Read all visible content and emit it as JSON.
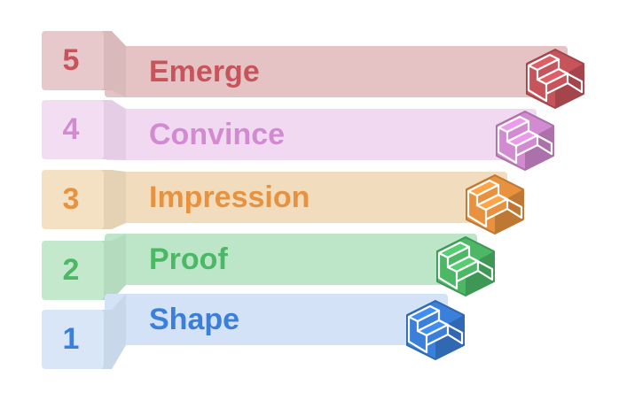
{
  "steps": [
    {
      "number": "5",
      "label": "Emerge",
      "color": "#c7545a",
      "light": "#e5c3c5",
      "tab": "#e8c9cb",
      "icon": "stairs-icon"
    },
    {
      "number": "4",
      "label": "Convince",
      "color": "#d28ad0",
      "light": "#f1d9f1",
      "tab": "#f3ddf3",
      "icon": "stairs-icon"
    },
    {
      "number": "3",
      "label": "Impression",
      "color": "#e8923f",
      "light": "#f1dcbd",
      "tab": "#f4e0c3",
      "icon": "stairs-icon"
    },
    {
      "number": "2",
      "label": "Proof",
      "color": "#4cb866",
      "light": "#bde6c8",
      "tab": "#c3e8cc",
      "icon": "stairs-icon"
    },
    {
      "number": "1",
      "label": "Shape",
      "color": "#3a7fd9",
      "light": "#d3e2f6",
      "tab": "#d8e6f7",
      "icon": "stairs-icon"
    }
  ]
}
